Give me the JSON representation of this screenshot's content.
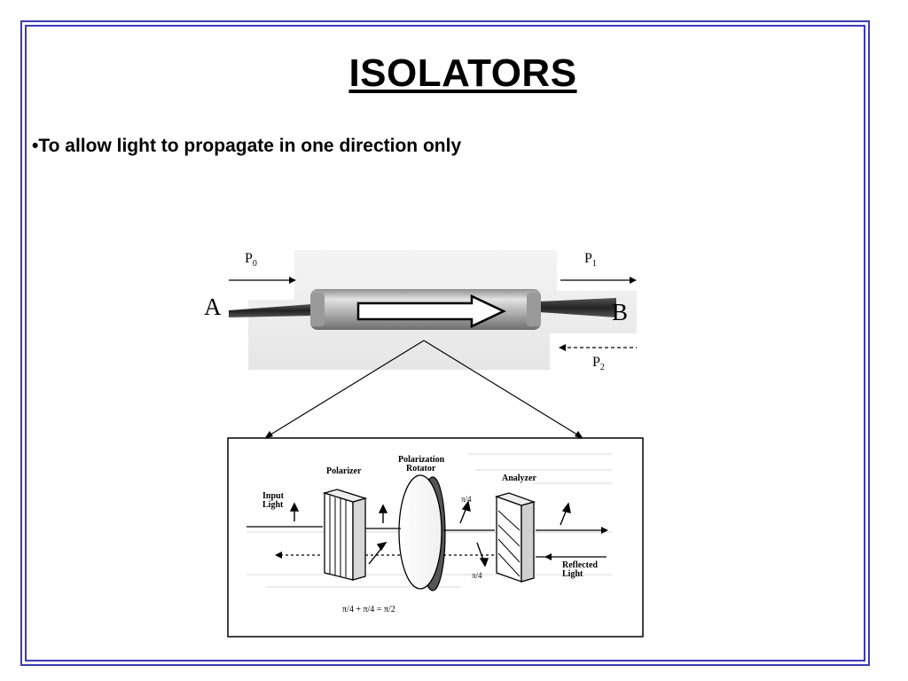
{
  "slide": {
    "title": "ISOLATORS",
    "bullet": "•To allow light to propagate in one direction only"
  },
  "isolator_photo": {
    "p0": {
      "main": "P",
      "sub": "0"
    },
    "p1": {
      "main": "P",
      "sub": "1"
    },
    "p2": {
      "main": "P",
      "sub": "2"
    },
    "port_a": "A",
    "port_b": "B"
  },
  "schematic": {
    "polarizer": "Polarizer",
    "rotator_line1": "Polarization",
    "rotator_line2": "Rotator",
    "analyzer": "Analyzer",
    "input_line1": "Input",
    "input_line2": "Light",
    "reflected_line1": "Reflected",
    "reflected_line2": "Light",
    "angle_top": "π/4",
    "angle_bottom": "π/4",
    "sum": "π/4 + π/4  =  π/2"
  },
  "colors": {
    "frame": "#3b3bb8"
  }
}
